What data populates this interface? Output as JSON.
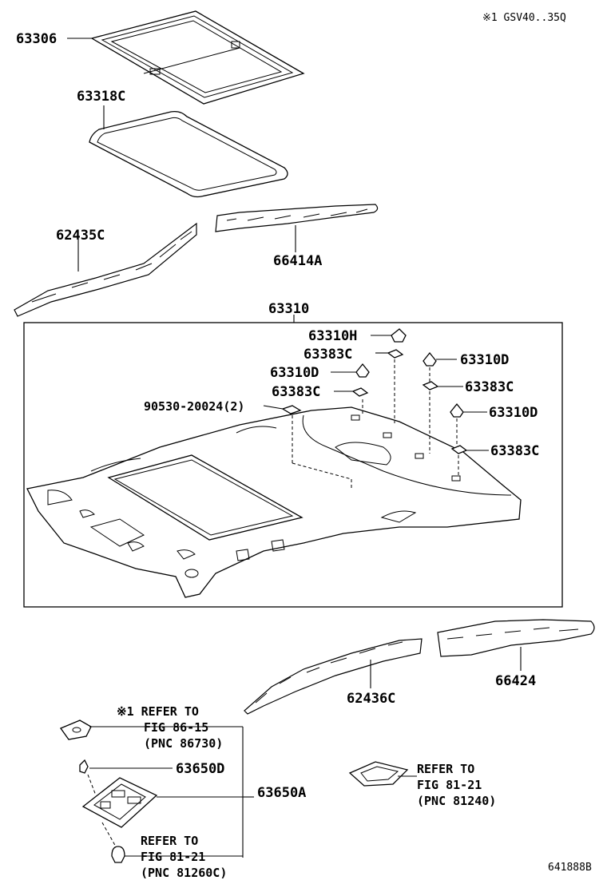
{
  "header_note": "※1  GSV40..35Q",
  "footer_code": "641888B",
  "parts": {
    "p63306": "63306",
    "p63318C": "63318C",
    "p62435C": "62435C",
    "p66414A": "66414A",
    "p63310": "63310",
    "p63310H": "63310H",
    "p63383C_a": "63383C",
    "p63310D_a": "63310D",
    "p63383C_b": "63383C",
    "p90530": "90530-20024(2)",
    "p63310D_b": "63310D",
    "p63383C_c": "63383C",
    "p63310D_c": "63310D",
    "p63383C_d": "63383C",
    "p62436C": "62436C",
    "p66424": "66424",
    "p63650D": "63650D",
    "p63650A": "63650A"
  },
  "refs": {
    "ref1": {
      "l1": "※1 REFER TO",
      "l2": "FIG 86-15",
      "l3": "(PNC 86730)"
    },
    "ref2": {
      "l1": "REFER TO",
      "l2": "FIG 81-21",
      "l3": "(PNC 81240)"
    },
    "ref3": {
      "l1": "REFER TO",
      "l2": "FIG 81-21",
      "l3": "(PNC 81260C)"
    }
  }
}
